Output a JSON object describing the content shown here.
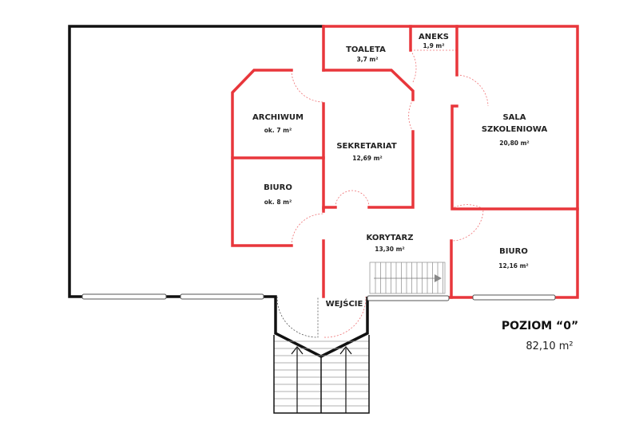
{
  "colors": {
    "unit_walls": "#e8363b",
    "other_walls": "#111111"
  },
  "rooms": [
    {
      "id": "toaleta",
      "name": "TOALETA",
      "area": "3,7 m²"
    },
    {
      "id": "aneks",
      "name": "ANEKS",
      "area": "1,9 m²"
    },
    {
      "id": "archiwum",
      "name": "ARCHIWUM",
      "area": "ok. 7 m²"
    },
    {
      "id": "sekretariat",
      "name": "SEKRETARIAT",
      "area": "12,69 m²"
    },
    {
      "id": "sala",
      "name_line1": "SALA",
      "name_line2": "SZKOLENIOWA",
      "area": "20,80 m²"
    },
    {
      "id": "biuro-left",
      "name": "BIURO",
      "area": "ok. 8 m²"
    },
    {
      "id": "korytarz",
      "name": "KORYTARZ",
      "area": "13,30 m²"
    },
    {
      "id": "biuro-right",
      "name": "BIURO",
      "area": "12,16 m²"
    }
  ],
  "entrance_label": "WEJŚCIE",
  "level": {
    "title": "POZIOM “0”",
    "total_area": "82,10 m²"
  }
}
